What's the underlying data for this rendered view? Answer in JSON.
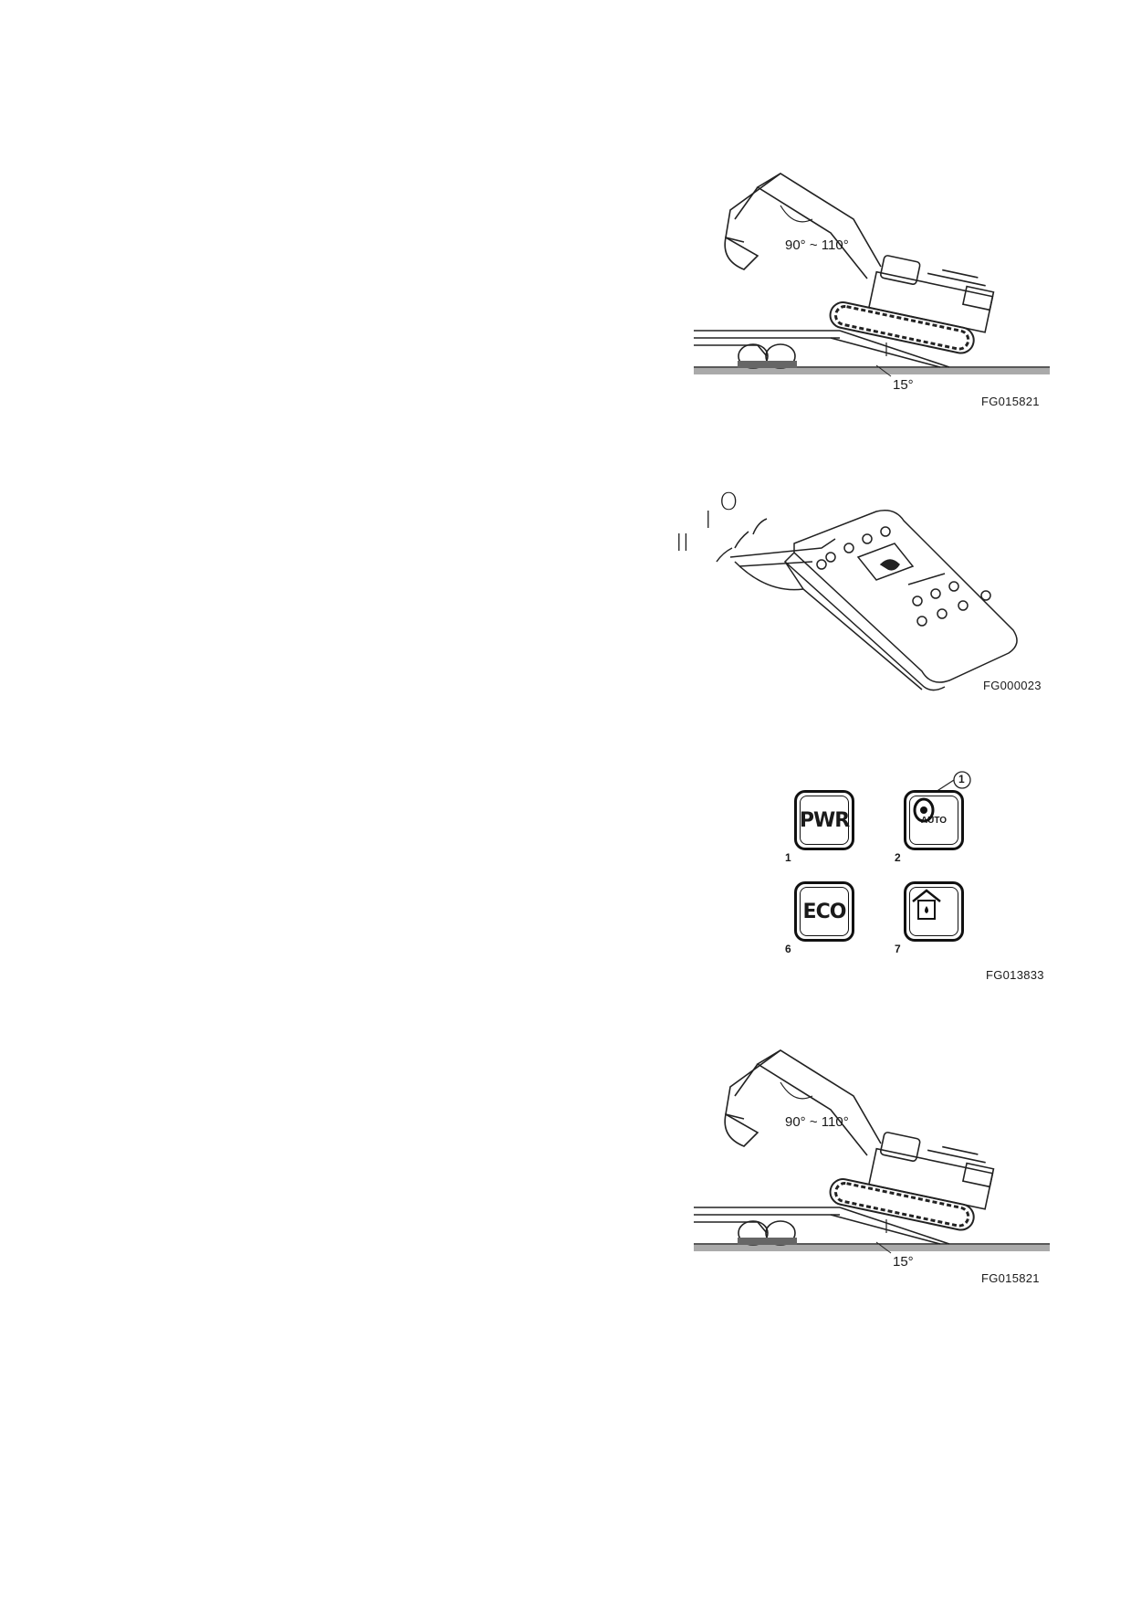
{
  "figures": [
    {
      "id": "loading-1",
      "code": "FG015821",
      "angle_boom": "90° ~ 110°",
      "angle_ramp": "15°"
    },
    {
      "id": "lever",
      "code": "FG000023",
      "positions": [
        "O",
        "I",
        "II"
      ]
    },
    {
      "id": "keys",
      "code": "FG013833",
      "callout": "1",
      "keys": [
        {
          "label": "PWR",
          "number": "1",
          "icon": "pwr-key-icon"
        },
        {
          "label": "AUTO",
          "number": "2",
          "icon": "auto-idle-icon"
        },
        {
          "label": "ECO",
          "number": "6",
          "icon": "eco-key-icon"
        },
        {
          "label": "",
          "number": "7",
          "icon": "fuel-heater-icon"
        }
      ]
    },
    {
      "id": "loading-2",
      "code": "FG015821",
      "angle_boom": "90° ~ 110°",
      "angle_ramp": "15°"
    }
  ]
}
